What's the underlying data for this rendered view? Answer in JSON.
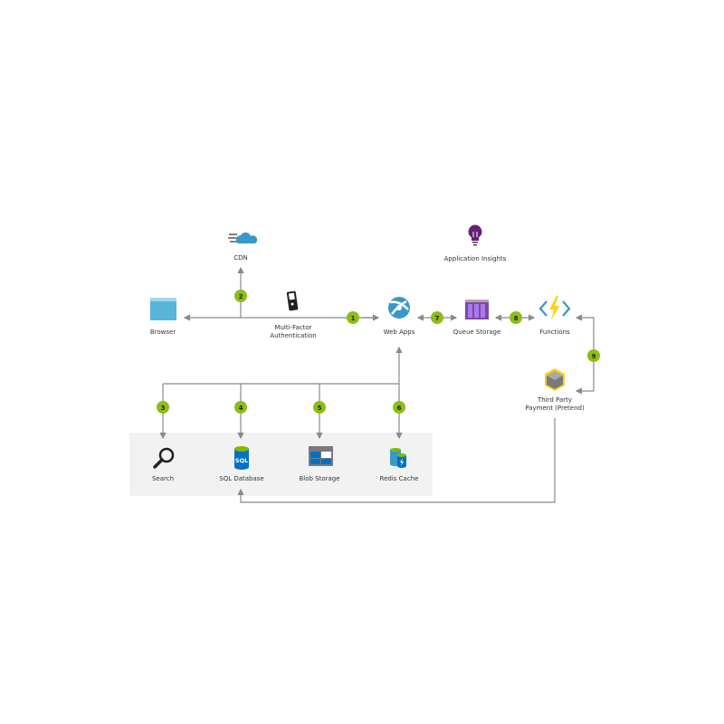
{
  "nodes": {
    "cdn": "CDN",
    "browser": "Browser",
    "mfa_line1": "Multi-Factor",
    "mfa_line2": "Authentication",
    "web_apps": "Web Apps",
    "queue_storage": "Queue Storage",
    "functions": "Functions",
    "app_insights": "Application Insights",
    "third_party_line1": "Third Party",
    "third_party_line2": "Payment (Pretend)",
    "search": "Search",
    "sql_database": "SQL Database",
    "sql_icon_text": "SQL",
    "blob_storage": "Blob Storage",
    "redis_cache": "Redis Cache"
  },
  "steps": [
    "1",
    "2",
    "3",
    "4",
    "5",
    "6",
    "7",
    "8",
    "9"
  ],
  "colors": {
    "badge": "#8cbd18",
    "line": "#8a8a8a",
    "panel": "#f2f2f2",
    "azure": "#3999c6",
    "purple": "#68217a"
  }
}
